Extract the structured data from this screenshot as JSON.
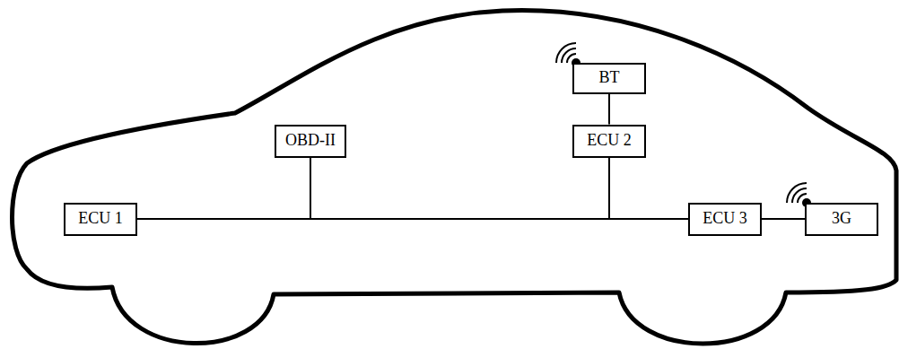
{
  "diagram": {
    "nodes": [
      {
        "text": [
          "ECU 1"
        ]
      },
      {
        "text": [
          "OBD-II"
        ]
      },
      {
        "text": [
          "BT"
        ]
      },
      {
        "text": [
          "ECU 2"
        ]
      },
      {
        "text": [
          "ECU 3"
        ]
      },
      {
        "text": [
          "3G"
        ]
      }
    ],
    "edges": [
      {
        "from": 0,
        "to": 4,
        "arrow": "none"
      },
      {
        "from": 1,
        "to": 0,
        "arrow": "none"
      },
      {
        "from": 3,
        "to": 4,
        "arrow": "none"
      },
      {
        "from": 2,
        "to": 3,
        "arrow": "none"
      },
      {
        "from": 4,
        "to": 5,
        "arrow": "none"
      }
    ]
  }
}
